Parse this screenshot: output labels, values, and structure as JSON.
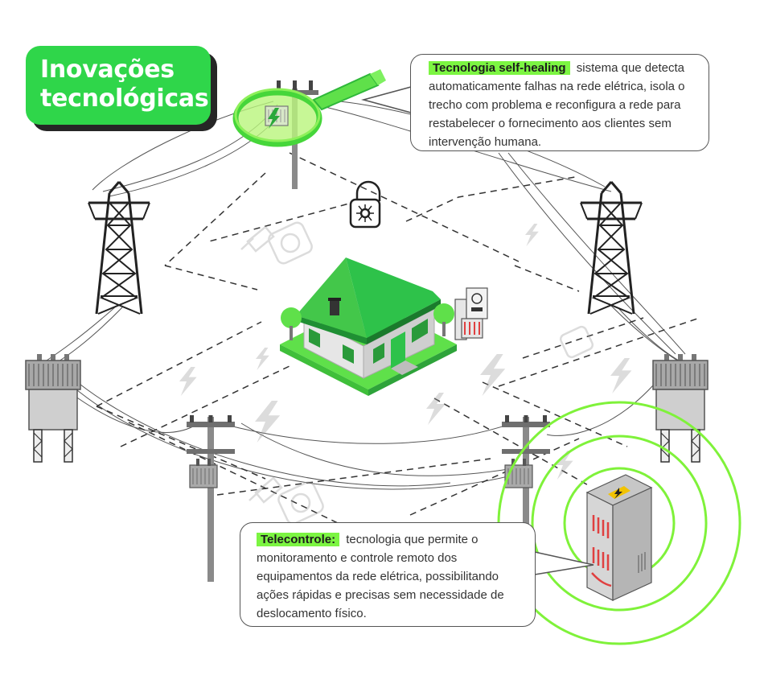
{
  "title": {
    "line1": "Inovações",
    "line2": "tecnológicas"
  },
  "callouts": {
    "self_healing": {
      "label": "Tecnologia self-healing",
      "text": "sistema que detecta automaticamente falhas na rede elétrica, isola o trecho com problema e reconfigura a rede para restabelecer o fornecimento aos clientes sem intervenção humana."
    },
    "telecontrole": {
      "label": "Telecontrole:",
      "text": "tecnologia que permite o monitoramento e controle remoto dos equipamentos da rede elétrica, possibilitando ações rápidas e precisas sem necessidade de deslocamento físico."
    }
  },
  "colors": {
    "accent_green": "#2fd64a",
    "highlight_green": "#7cf542",
    "roof_green": "#2ec24a",
    "signal_ring": "#7ff23a",
    "outline_dark": "#262626"
  },
  "icons": [
    "magnifier-icon",
    "padlock-chip-icon",
    "house-icon",
    "electric-meter-icon",
    "transmission-tower-icon",
    "transformer-icon",
    "utility-pole-icon",
    "control-cabinet-icon",
    "lightning-bolt-icon",
    "power-plug-icon",
    "power-socket-icon"
  ]
}
